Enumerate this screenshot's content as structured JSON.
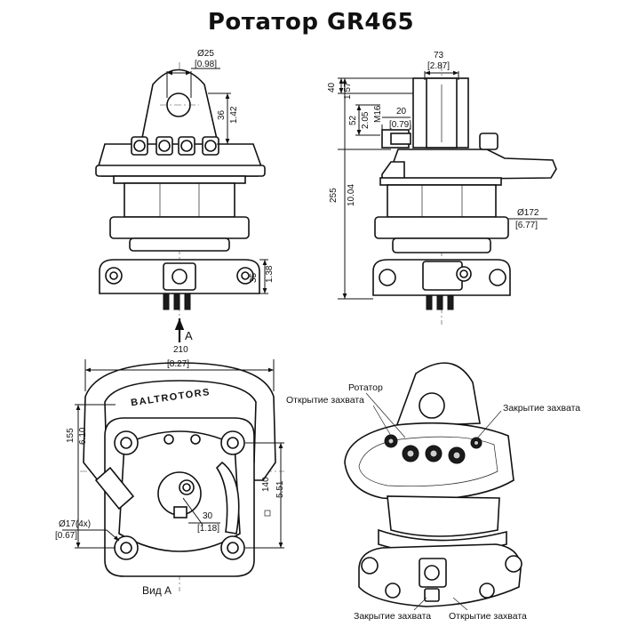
{
  "title": "Ротатор  GR465",
  "dimensions": {
    "pin_diameter": "Ø25",
    "pin_diameter_in": "[0.98]",
    "height_36": "36",
    "height_36_in": "1.42",
    "base_35": "35",
    "base_35_in": "1.38",
    "width_73": "73",
    "width_73_in": "[2.87]",
    "top_40": "40",
    "top_40_in": "1.57",
    "h_52": "52",
    "h_52_in": "2.05",
    "thread": "M16",
    "port_20": "20",
    "port_20_in": "[0.79]",
    "height_255": "255",
    "height_255_in": "10.04",
    "body_diameter": "Ø172",
    "body_diameter_in": "[6.77]",
    "width_210": "210",
    "width_210_in": "[8.27]",
    "h_155": "155",
    "h_155_in": "6.10",
    "h_140": "140",
    "h_140_in": "5.51",
    "hole_17": "Ø17(4x)",
    "hole_17_in": "[0.67]",
    "bolt_30": "30",
    "bolt_30_in": "[1.18]"
  },
  "view_marker": "A",
  "view_label": "Вид А",
  "brand_text": "BALTROTORS",
  "labels": {
    "rotator": "Ротатор",
    "grab_open": "Открытие захвата",
    "grab_close": "Закрытие захвата",
    "grab_close_bottom": "Закрытие захвата",
    "grab_open_bottom": "Открытие захвата"
  }
}
